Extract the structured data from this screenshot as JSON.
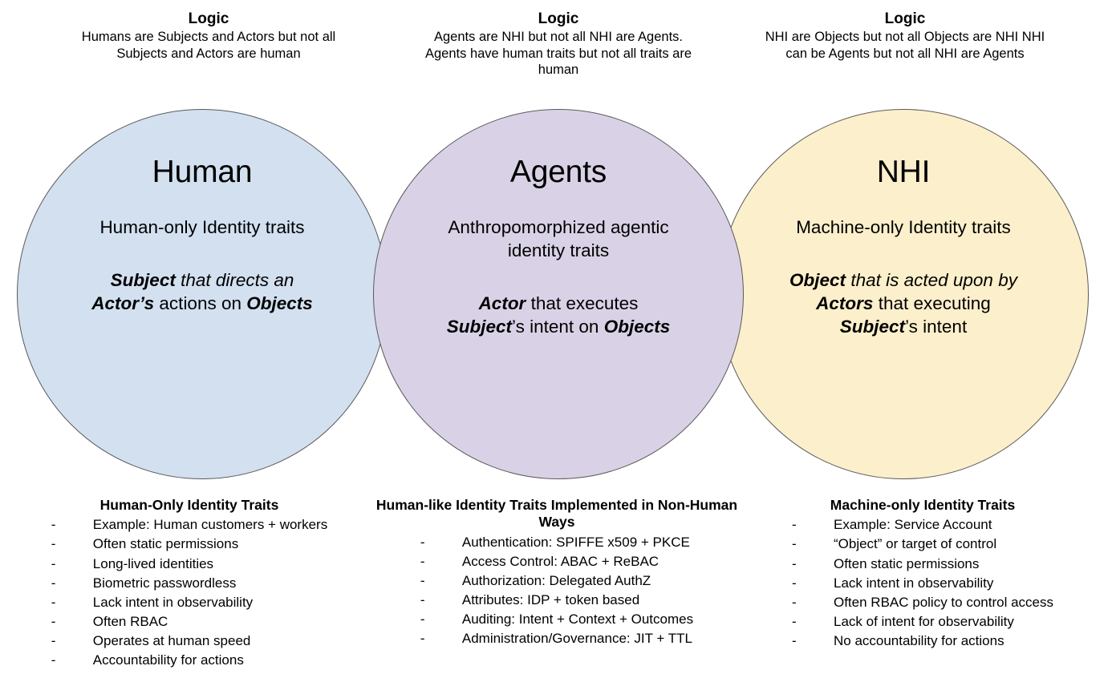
{
  "logic_blocks": [
    {
      "title": "Logic",
      "body": "Humans are Subjects and Actors but not all Subjects and Actors are human"
    },
    {
      "title": "Logic",
      "body": "Agents are NHI but not all NHI are Agents. Agents have human traits but not all traits are human"
    },
    {
      "title": "Logic",
      "body": "NHI are Objects but not all Objects are NHI NHI can be Agents but not all NHI are Agents"
    }
  ],
  "circles": [
    {
      "heading": "Human",
      "subtitle": "Human-only Identity traits",
      "definition_parts": [
        {
          "text": "Subject",
          "style": "bold-italic"
        },
        {
          "text": " that directs an ",
          "style": "italic"
        },
        {
          "text": "Actor’s",
          "style": "bold-italic"
        },
        {
          "text": " actions on ",
          "style": "regular"
        },
        {
          "text": "Objects",
          "style": "bold-italic"
        }
      ],
      "fill": "#d2e0f0",
      "stroke": "#5a5a5a"
    },
    {
      "heading": "Agents",
      "subtitle": "Anthropomorphized agentic identity traits",
      "definition_parts": [
        {
          "text": "Actor",
          "style": "bold-italic"
        },
        {
          "text": " that executes ",
          "style": "regular"
        },
        {
          "text": "Subject",
          "style": "bold-italic"
        },
        {
          "text": "’s intent on ",
          "style": "regular"
        },
        {
          "text": "Objects",
          "style": "bold-italic"
        }
      ],
      "fill": "#d9d2e6",
      "stroke": "#5a5a5a"
    },
    {
      "heading": "NHI",
      "subtitle": "Machine-only Identity traits",
      "definition_parts": [
        {
          "text": "Object",
          "style": "bold-italic"
        },
        {
          "text": " that is acted upon by ",
          "style": "italic"
        },
        {
          "text": "Actors",
          "style": "bold-italic"
        },
        {
          "text": " that executing ",
          "style": "regular"
        },
        {
          "text": "Subject",
          "style": "bold-italic"
        },
        {
          "text": "’s intent",
          "style": "regular"
        }
      ],
      "fill": "#fcefcb",
      "stroke": "#5a5a5a"
    }
  ],
  "trait_lists": [
    {
      "title": "Human-Only Identity Traits",
      "bullet": "-",
      "items": [
        "Example: Human customers + workers",
        "Often static permissions",
        "Long-lived identities",
        "Biometric passwordless",
        "Lack intent in observability",
        "Often RBAC",
        "Operates at human speed",
        "Accountability for actions"
      ]
    },
    {
      "title": "Human-like Identity Traits Implemented in Non-Human Ways",
      "bullet": "-",
      "items": [
        "Authentication: SPIFFE x509 + PKCE",
        "Access Control: ABAC + ReBAC",
        "Authorization: Delegated AuthZ",
        "Attributes: IDP + token based",
        "Auditing: Intent + Context + Outcomes",
        "Administration/Governance: JIT + TTL"
      ]
    },
    {
      "title": "Machine-only Identity Traits",
      "bullet": "-",
      "items": [
        "Example: Service Account",
        "“Object” or target of control",
        "Often static permissions",
        "Lack intent in observability",
        "Often RBAC policy to control access",
        "Lack of intent for observability",
        "No accountability for actions"
      ]
    }
  ]
}
